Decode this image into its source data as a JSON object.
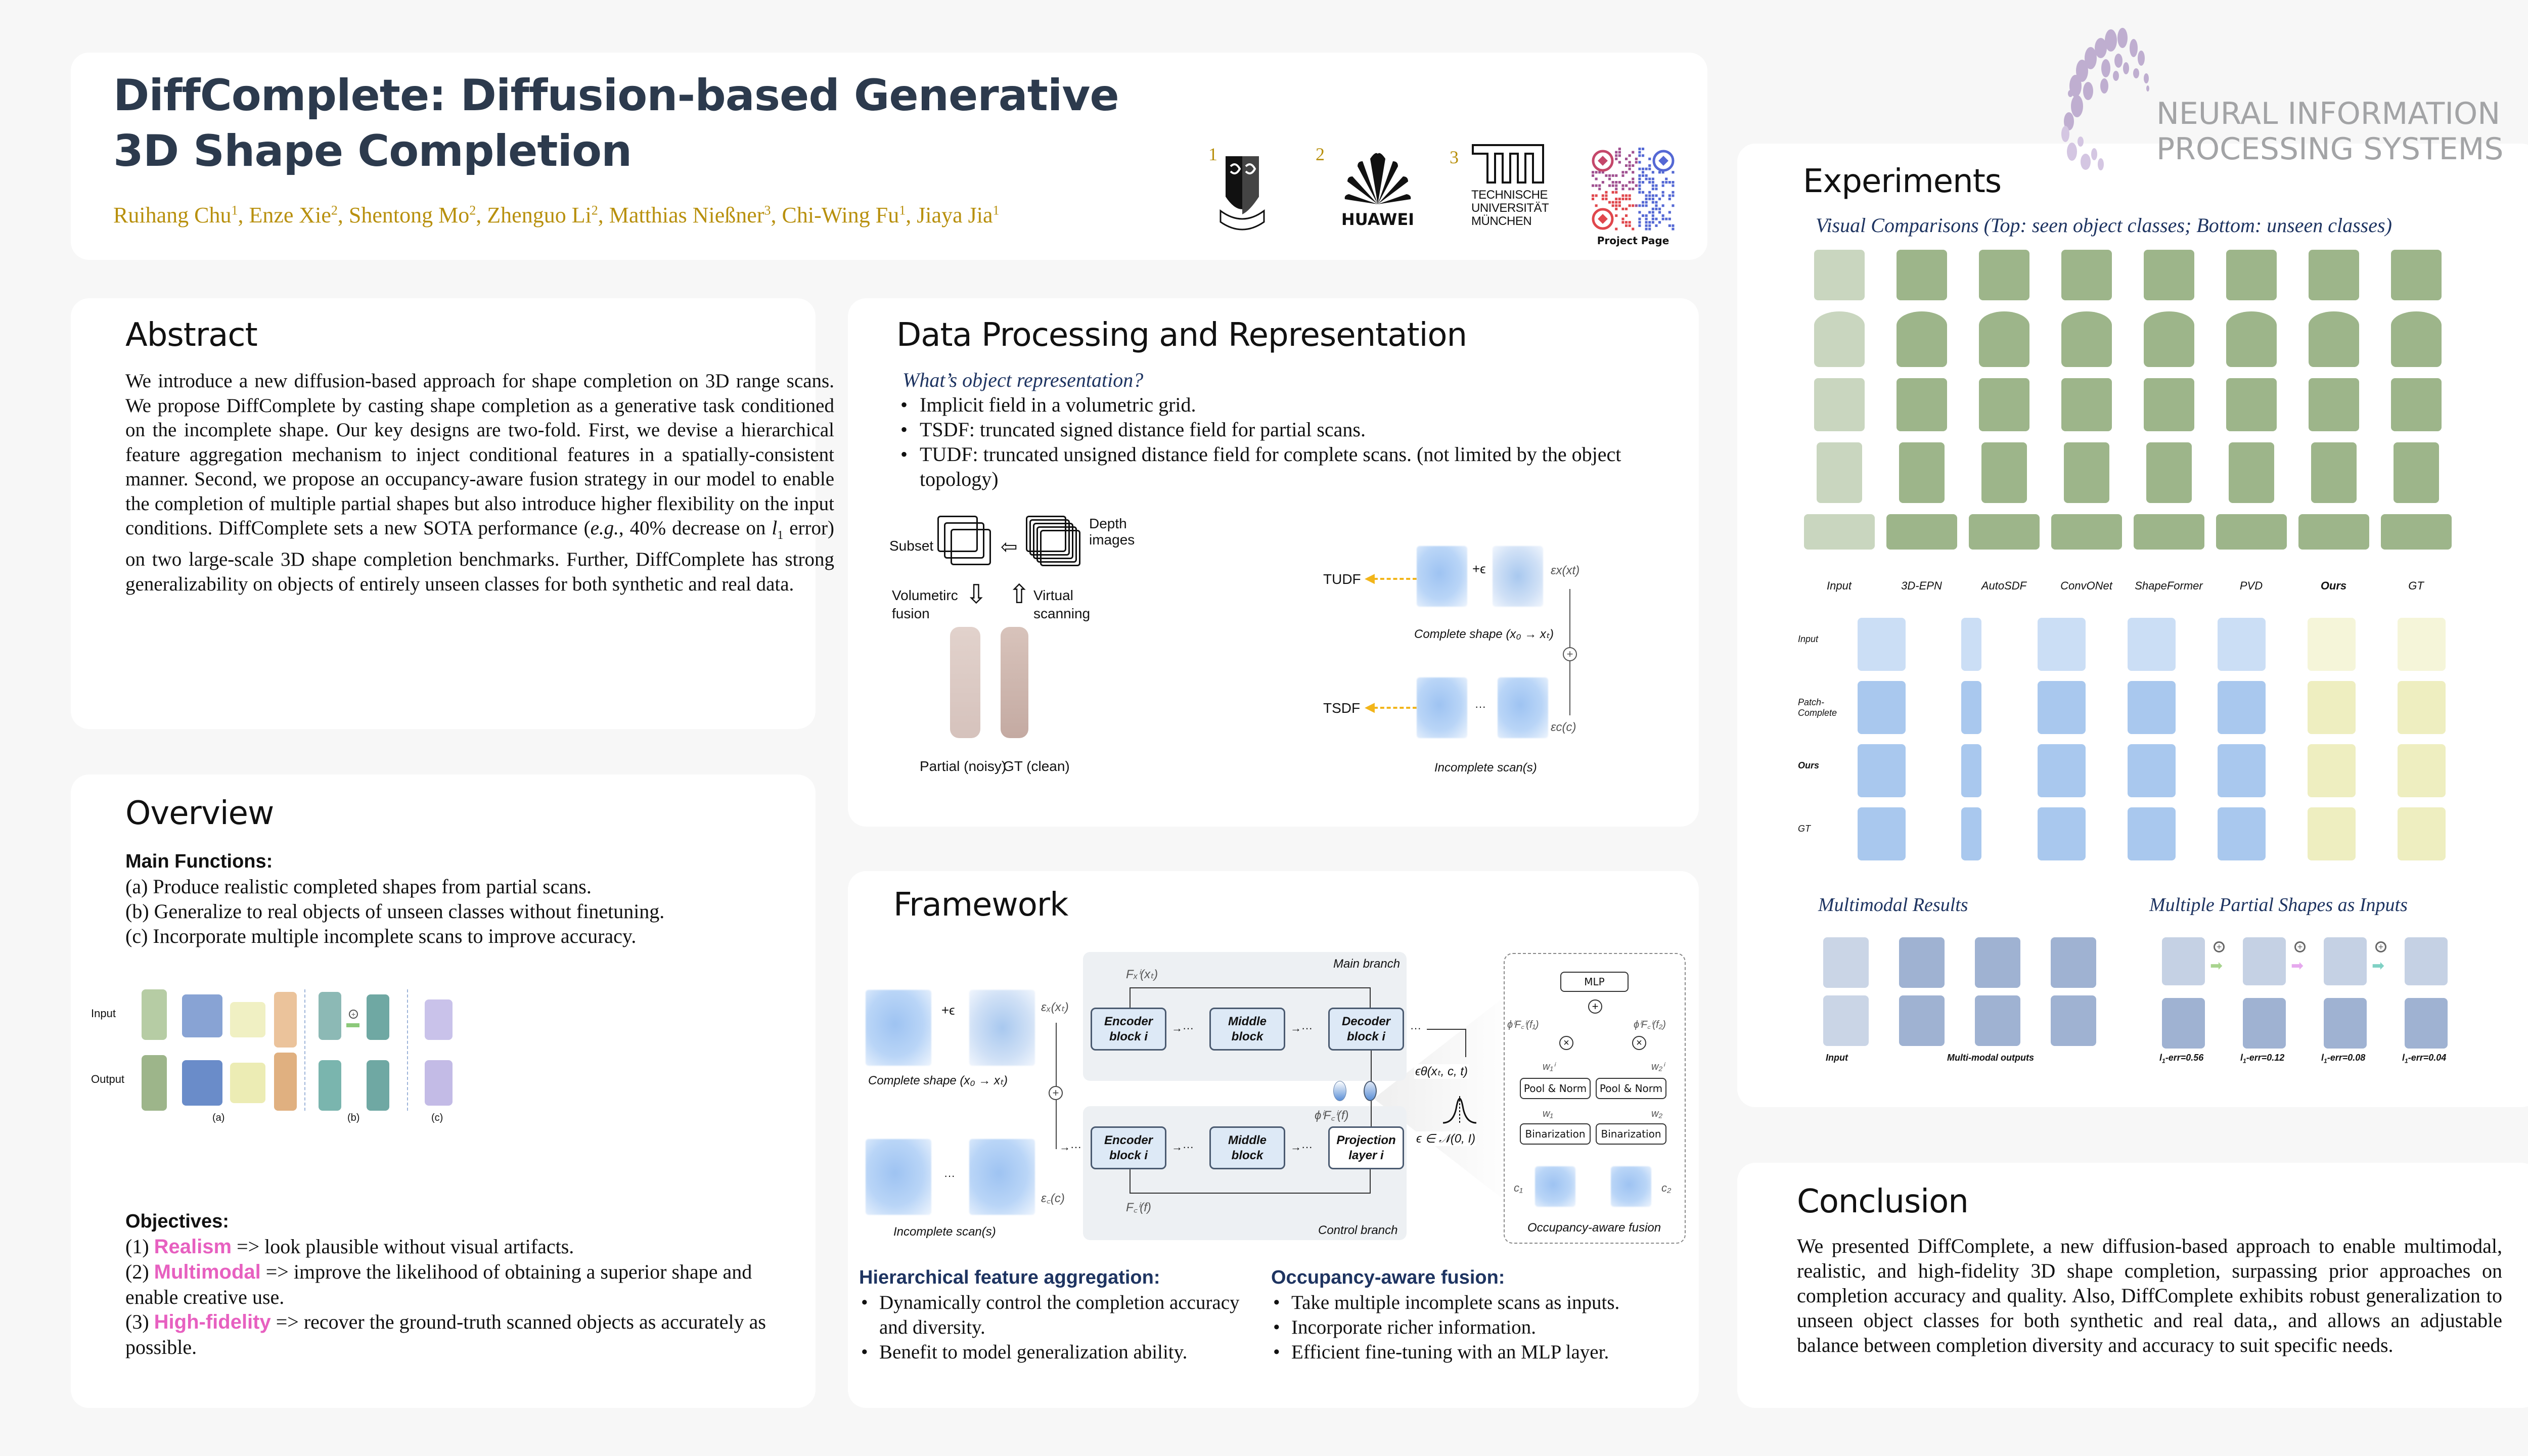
{
  "header": {
    "title_line1": "DiffComplete: Diffusion-based Generative",
    "title_line2": "3D Shape Completion",
    "authors": [
      {
        "name": "Ruihang Chu",
        "aff": "1"
      },
      {
        "name": "Enze Xie",
        "aff": "2"
      },
      {
        "name": "Shentong Mo",
        "aff": "2"
      },
      {
        "name": "Zhenguo Li",
        "aff": "2"
      },
      {
        "name": "Matthias Nießner",
        "aff": "3"
      },
      {
        "name": "Chi-Wing Fu",
        "aff": "1"
      },
      {
        "name": "Jiaya Jia",
        "aff": "1"
      }
    ],
    "affiliations": [
      {
        "num": "1",
        "logo": "cuhk-crest-logo"
      },
      {
        "num": "2",
        "logo": "huawei-logo",
        "text": "HUAWEI"
      },
      {
        "num": "3",
        "logo": "tum-logo",
        "text": [
          "TECHNISCHE",
          "UNIVERSITÄT",
          "MÜNCHEN"
        ]
      }
    ],
    "qr_label": "Project Page",
    "conference_logo": [
      "NEURAL INFORMATION",
      "PROCESSING SYSTEMS"
    ]
  },
  "abstract": {
    "title": "Abstract",
    "text_before": "We introduce a new diffusion-based approach for shape completion on 3D range scans. We propose DiffComplete by casting shape completion as a generative task conditioned on the incomplete shape. Our key designs are two-fold. First, we devise a hierarchical feature aggregation mechanism to inject conditional features in a spatially-consistent manner. Second, we propose an occupancy-aware fusion strategy in our model to enable the completion of multiple partial shapes but also introduce higher flexibility on the input conditions. DiffComplete sets a new SOTA performance (",
    "eg": "e.g.",
    "text_mid": ", 40% decrease on ",
    "l1": "l",
    "l1_sub": "1",
    "text_after": " error) on two large-scale 3D shape completion benchmarks. Further, DiffComplete has strong generalizability on objects of entirely unseen classes for both synthetic and real data."
  },
  "overview": {
    "title": "Overview",
    "main_functions_label": "Main Functions:",
    "functions": [
      "(a) Produce realistic completed shapes from partial scans.",
      "(b) Generalize to real objects of unseen classes without finetuning.",
      "(c) Incorporate multiple incomplete scans to improve accuracy."
    ],
    "figure": {
      "row_labels": [
        "Input",
        "Output"
      ],
      "panel_labels": [
        "(a)",
        "(b)",
        "(c)"
      ]
    },
    "objectives_label": "Objectives:",
    "objectives": [
      {
        "num": "(1) ",
        "keyword": "Realism",
        "text": " => look plausible without visual artifacts."
      },
      {
        "num": "(2) ",
        "keyword": "Multimodal",
        "text": " => improve the likelihood of obtaining a superior shape and enable creative use."
      },
      {
        "num": "(3) ",
        "keyword": "High-fidelity",
        "text": " => recover the ground-truth scanned objects as accurately as possible."
      }
    ]
  },
  "data_processing": {
    "title": "Data Processing and Representation",
    "question": "What’s object representation?",
    "bullets": [
      "Implicit field in a volumetric grid.",
      "TSDF: truncated signed distance field for partial scans.",
      "TUDF: truncated unsigned distance field for complete scans. (not limited by the object topology)"
    ],
    "pipeline": {
      "subset": "Subset",
      "depth_images": [
        "Depth",
        "images"
      ],
      "volumetric_fusion": [
        "Volumetirc",
        "fusion"
      ],
      "virtual_scanning": [
        "Virtual",
        "scanning"
      ],
      "partial": "Partial (noisy)",
      "gt": "GT (clean)"
    },
    "repr": {
      "tudf": "TUDF",
      "tsdf": "TSDF",
      "plus_eps": "+ϵ",
      "ex": "εx(xt)",
      "ec": "εc(c)",
      "complete_shape": "Complete shape (x₀ → xₜ)",
      "incomplete_scans": "Incomplete scan(s)",
      "dots": "···"
    }
  },
  "framework": {
    "title": "Framework",
    "main_branch": "Main branch",
    "control_branch": "Control branch",
    "blocks_top": [
      "Encoder block i",
      "Middle block",
      "Decoder block i"
    ],
    "blocks_bottom": [
      "Encoder block i",
      "Middle block",
      "Projection layer i"
    ],
    "complete_shape": "Complete shape (x₀ → xₜ)",
    "incomplete_scans": "Incomplete scan(s)",
    "plus_eps": "+ϵ",
    "fx": "Fₓⁱ(xₜ)",
    "fc": "F꜀ⁱ(f)",
    "phi_fc": "ϕⁱF꜀ⁱ(f)",
    "ex": "εₓ(xₜ)",
    "ec": "ε꜀(c)",
    "eps_theta": "ϵθ(xₜ, c, t)",
    "noise": "ϵ ∈ 𝒩(0, I)",
    "fusion": {
      "title": "Occupancy-aware fusion",
      "mlp": "MLP",
      "pool_norm": "Pool & Norm",
      "binarization": "Binarization",
      "phi1": "ϕⁱF꜀ⁱ(f₁)",
      "phi2": "ϕⁱF꜀ⁱ(f₂)",
      "w1i": "w₁ⁱ",
      "w2i": "w₂ⁱ",
      "w1": "w₁",
      "w2": "w₂",
      "c1": "c₁",
      "c2": "c₂"
    },
    "hfa": {
      "title": "Hierarchical feature aggregation:",
      "bullets": [
        "Dynamically control the completion accuracy and diversity.",
        "Benefit to model generalization ability."
      ]
    },
    "oaf": {
      "title": "Occupancy-aware fusion:",
      "bullets": [
        "Take multiple incomplete scans as inputs.",
        "Incorporate richer information.",
        "Efficient fine-tuning with an MLP layer."
      ]
    }
  },
  "experiments": {
    "title": "Experiments",
    "visual_comparisons": "Visual Comparisons (Top: seen object classes; Bottom: unseen classes)",
    "methods": [
      "Input",
      "3D-EPN",
      "AutoSDF",
      "ConvONet",
      "ShapeFormer",
      "PVD",
      "Ours",
      "GT"
    ],
    "unseen_row_labels": [
      "Input",
      "Patch-Complete",
      "Ours",
      "GT"
    ],
    "multimodal_title": "Multimodal Results",
    "multimodal_labels": [
      "Input",
      "Multi-modal outputs"
    ],
    "multi_partial_title": "Multiple Partial Shapes as Inputs",
    "l1_errors": [
      "0.56",
      "0.12",
      "0.08",
      "0.04"
    ],
    "l1_prefix": "l",
    "l1_sub": "1",
    "err_label": "-err="
  },
  "conclusion": {
    "title": "Conclusion",
    "text": "We presented DiffComplete, a new diffusion-based approach to enable multimodal, realistic, and high-fidelity 3D shape completion, surpassing prior approaches on completion accuracy and quality. Also, DiffComplete exhibits robust generalization to unseen object classes for both synthetic and real data,, and allows an adjustable balance between completion diversity and accuracy to suit specific needs."
  },
  "colors": {
    "background": "#f7f7f7",
    "panel": "#ffffff",
    "title": "#2c3a4d",
    "authors": "#b8900e",
    "subheading": "#1e3461",
    "highlight": "#e760c0",
    "neurips_purple": "#bfaed0",
    "neurips_gray": "#a3a4a6"
  }
}
